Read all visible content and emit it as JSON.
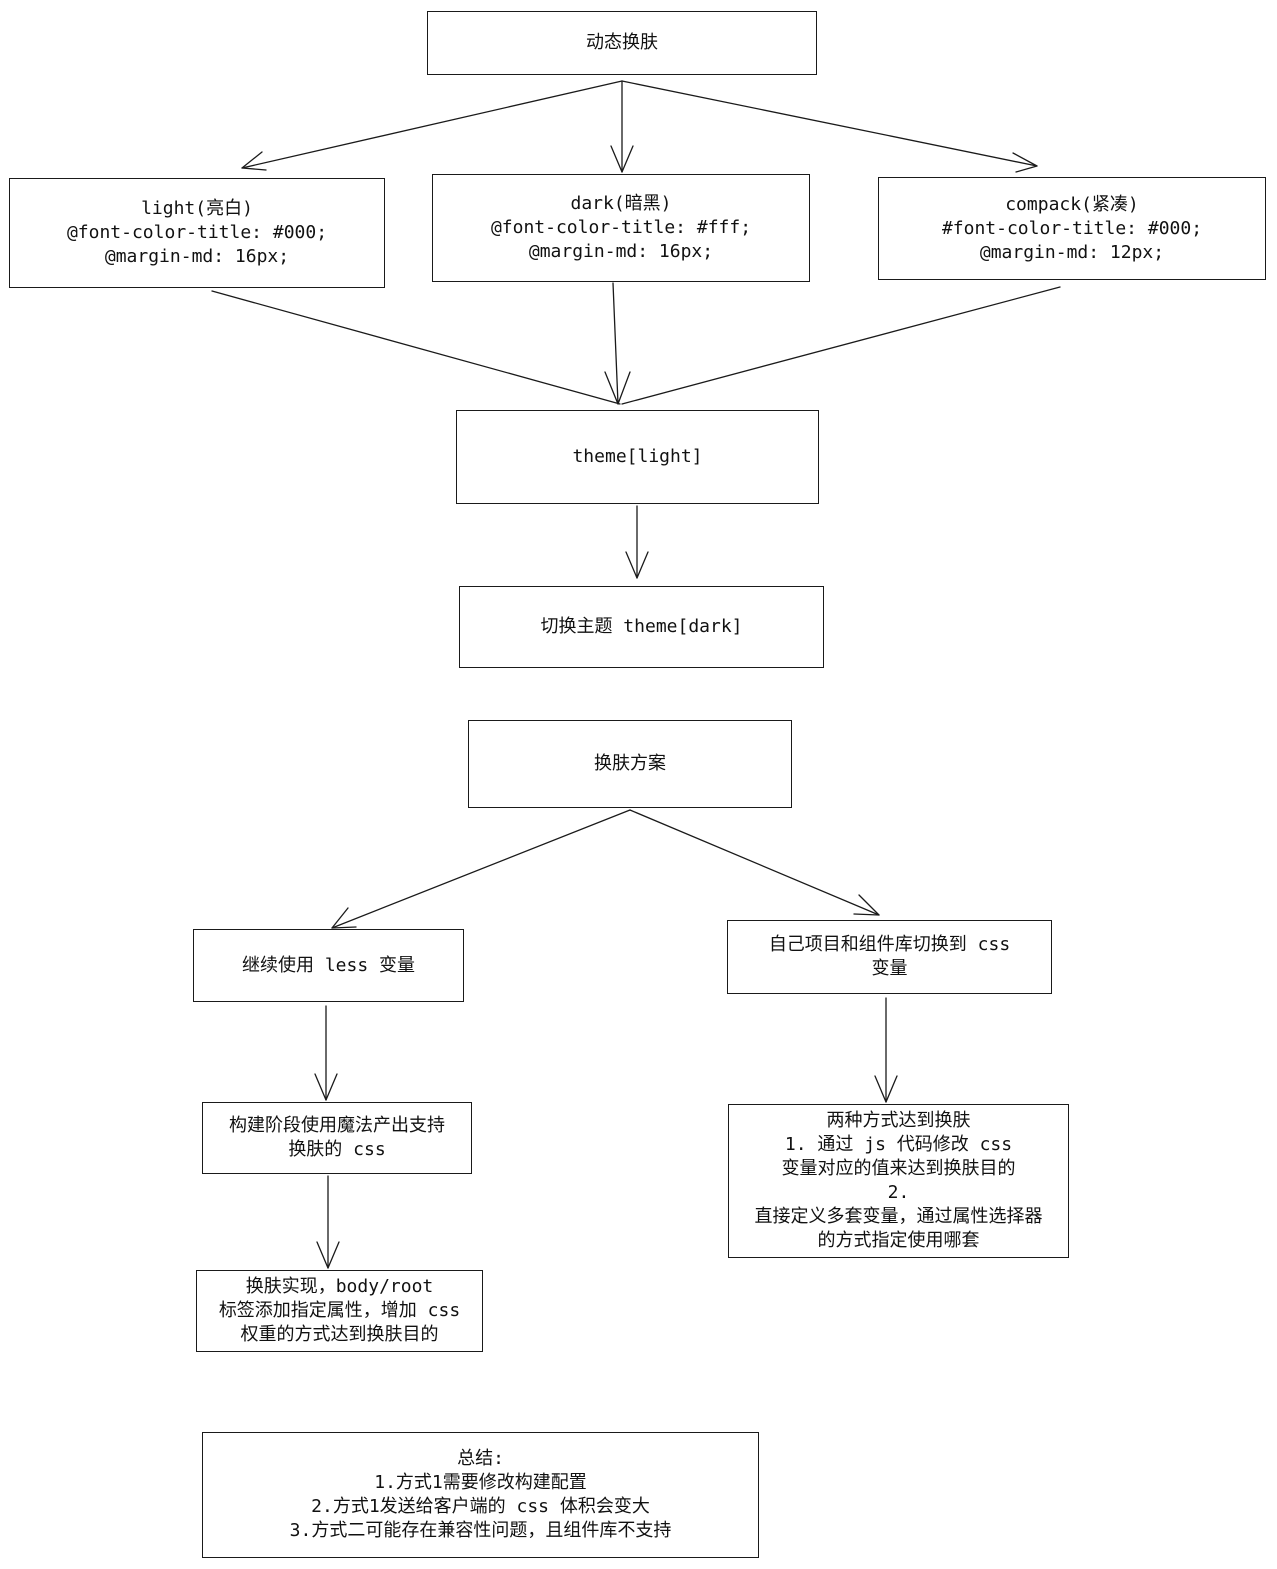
{
  "theme_flow": {
    "root": "动态换肤",
    "light": [
      "light(亮白)",
      "@font-color-title: #000;",
      "@margin-md: 16px;"
    ],
    "dark": [
      "dark(暗黑)",
      "@font-color-title: #fff;",
      "@margin-md: 16px;"
    ],
    "compack": [
      "compack(紧凑)",
      "#font-color-title: #000;",
      "@margin-md: 12px;"
    ],
    "current": "theme[light]",
    "switch": "切换主题 theme[dark]"
  },
  "scheme_flow": {
    "root": "换肤方案",
    "less_branch": "继续使用 less 变量",
    "less_build": [
      "构建阶段使用魔法产出支持",
      "换肤的 css"
    ],
    "less_impl": [
      "换肤实现，body/root",
      "标签添加指定属性，增加 css",
      "权重的方式达到换肤目的"
    ],
    "css_branch": [
      "自己项目和组件库切换到 css",
      "变量"
    ],
    "css_methods": [
      "两种方式达到换肤",
      "1. 通过 js 代码修改 css",
      "变量对应的值来达到换肤目的",
      "2.",
      "直接定义多套变量，通过属性选择器",
      "的方式指定使用哪套"
    ]
  },
  "summary": [
    "总结:",
    "1.方式1需要修改构建配置",
    "2.方式1发送给客户端的 css 体积会变大",
    "3.方式二可能存在兼容性问题，且组件库不支持"
  ]
}
